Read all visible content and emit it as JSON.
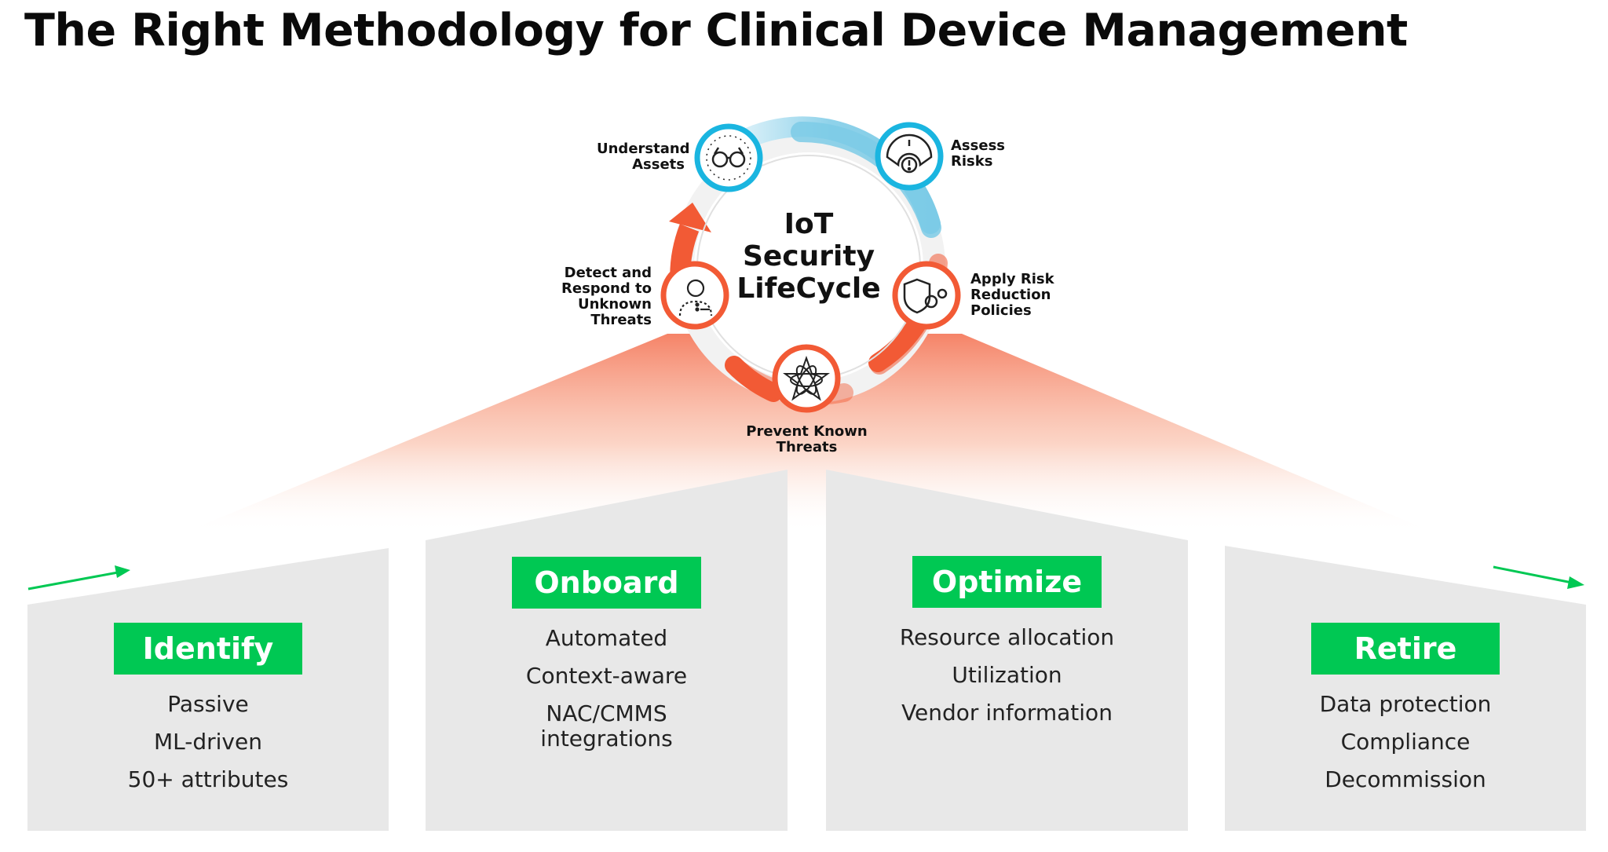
{
  "title": "The Right Methodology for Clinical Device Management",
  "lifecycle": {
    "center_lines": [
      "IoT",
      "Security",
      "LifeCycle"
    ],
    "steps": [
      {
        "lines": [
          "Understand",
          "Assets"
        ],
        "icon": "binoculars-icon",
        "color": "#1ab5e0"
      },
      {
        "lines": [
          "Assess",
          "Risks"
        ],
        "icon": "gauge-alert-icon",
        "color": "#1ab5e0"
      },
      {
        "lines": [
          "Apply Risk",
          "Reduction",
          "Policies"
        ],
        "icon": "shield-gears-icon",
        "color": "#f25a35"
      },
      {
        "lines": [
          "Prevent Known",
          "Threats"
        ],
        "icon": "atom-star-icon",
        "color": "#f25a35"
      },
      {
        "lines": [
          "Detect and",
          "Respond to",
          "Unknown",
          "Threats"
        ],
        "icon": "user-question-icon",
        "color": "#f25a35"
      }
    ]
  },
  "stages": [
    {
      "label": "Identify",
      "items": [
        "Passive",
        "ML-driven",
        "50+ attributes"
      ]
    },
    {
      "label": "Onboard",
      "items": [
        "Automated",
        "Context-aware",
        "NAC/CMMS integrations"
      ]
    },
    {
      "label": "Optimize",
      "items": [
        "Resource allocation",
        "Utilization",
        "Vendor information"
      ]
    },
    {
      "label": "Retire",
      "items": [
        "Data protection",
        "Compliance",
        "Decommission"
      ]
    }
  ],
  "colors": {
    "accent_green": "#00c853",
    "ring_blue": "#1ab5e0",
    "ring_orange": "#f25a35",
    "panel_gray": "#e8e8e8"
  }
}
